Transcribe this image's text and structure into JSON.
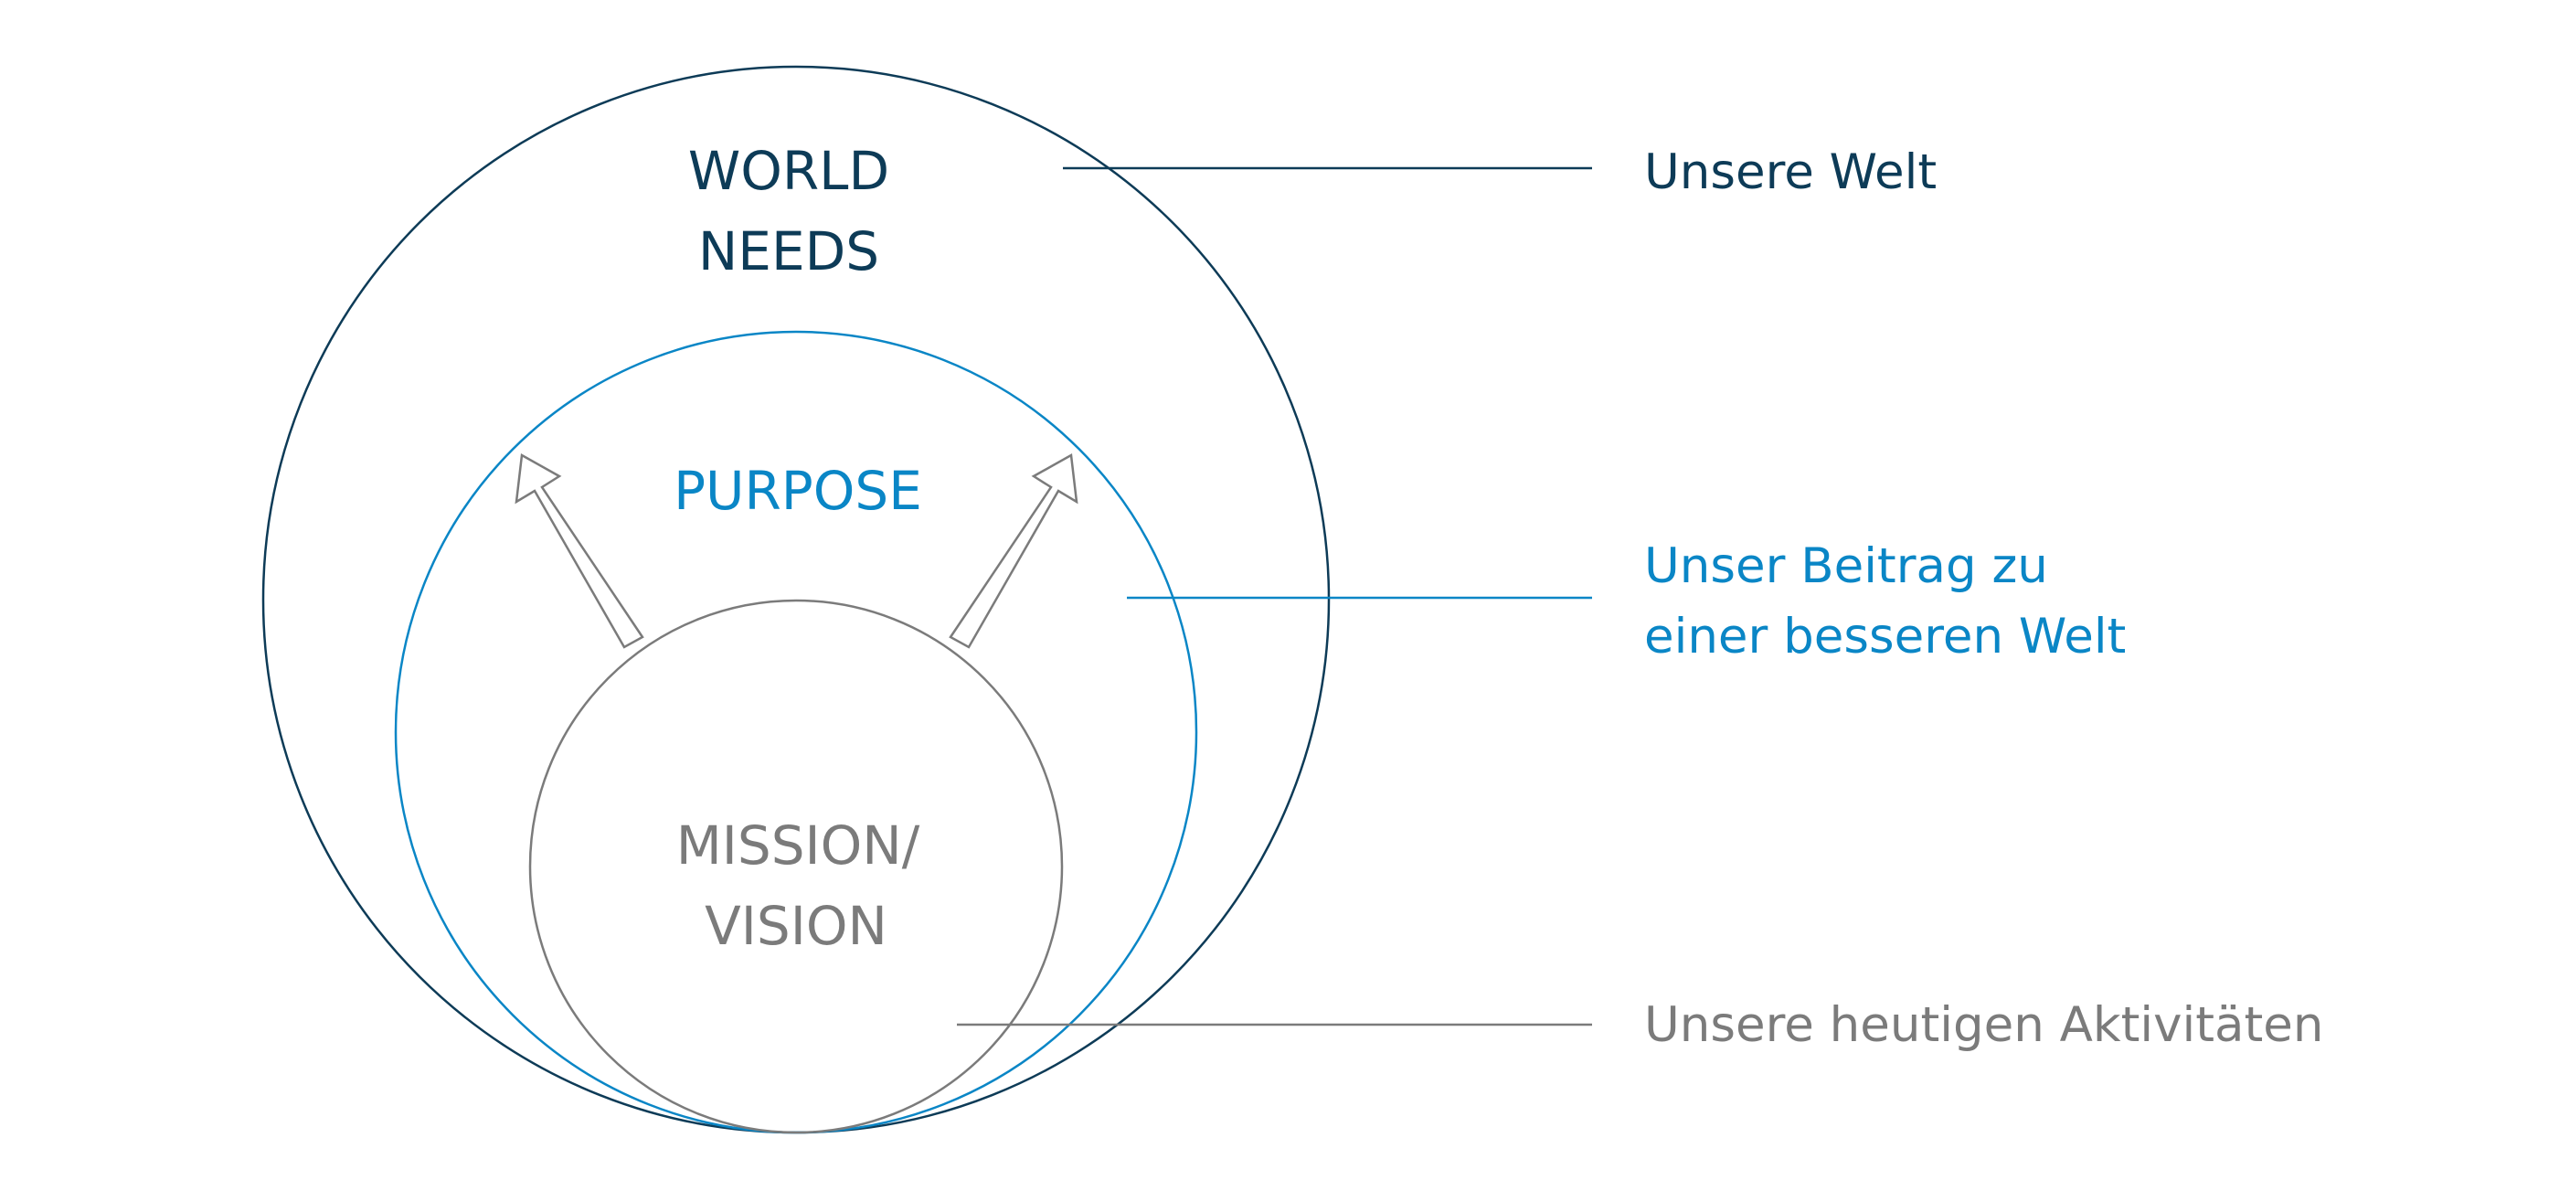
{
  "diagram": {
    "colors": {
      "world": "#0d3b57",
      "purpose": "#0a86c6",
      "mission": "#7b7b7b"
    },
    "outer_circle": {
      "line1": "WORLD",
      "line2": "NEEDS"
    },
    "middle_circle": {
      "label": "PURPOSE"
    },
    "inner_circle": {
      "line1": "MISSION/",
      "line2": "VISION"
    },
    "callouts": {
      "world": "Unsere Welt",
      "purpose_line1": "Unser Beitrag zu",
      "purpose_line2": "einer besseren Welt",
      "mission": "Unsere heutigen Aktivitäten"
    }
  }
}
